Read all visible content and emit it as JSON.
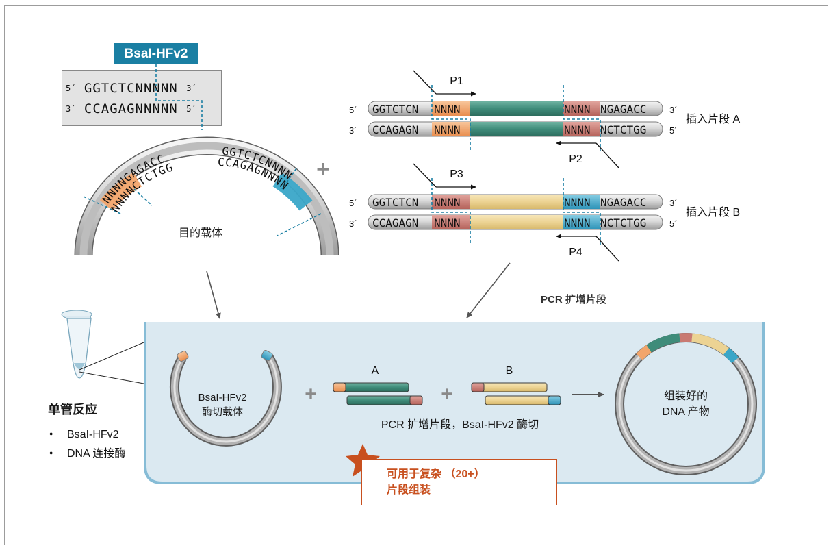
{
  "recognition_site": {
    "label": "BsaI-HFv2",
    "top_strand": {
      "five": "5´",
      "seq": "GGTCTCNNNNN",
      "three": "3´"
    },
    "bottom_strand": {
      "three": "3´",
      "seq": "CCAGAGNNNNN",
      "five": "5´"
    }
  },
  "vector": {
    "label": "目的载体",
    "left_top": "NNNNGAGACC",
    "left_bottom": "NNNNCTCTGG",
    "right_top": "GGTCTCNNNN",
    "right_bottom": "CCAGAGNNNN"
  },
  "plus_sign": "+",
  "inserts": [
    {
      "name": "插入片段 A",
      "top": {
        "five": "5´",
        "left": "GGTCTCN",
        "oh_left": "NNNN",
        "oh_right": "NNNN",
        "right": "NGAGACC",
        "three": "3´"
      },
      "bottom": {
        "three": "3´",
        "left": "CCAGAGN",
        "oh_left": "NNNN",
        "oh_right": "NNNN",
        "right": "NCTCTGG",
        "five": "5´"
      },
      "primer_fwd": "P1",
      "primer_rev": "P2"
    },
    {
      "name": "插入片段 B",
      "top": {
        "five": "5´",
        "left": "GGTCTCN",
        "oh_left": "NNNN",
        "oh_right": "NNNN",
        "right": "NGAGACC",
        "three": "3´"
      },
      "bottom": {
        "three": "3´",
        "left": "CCAGAGN",
        "oh_left": "NNNN",
        "oh_right": "NNNN",
        "right": "NCTCTGG",
        "five": "5´"
      },
      "primer_fwd": "P3",
      "primer_rev": "P4"
    }
  ],
  "pcr_label": "PCR 扩增片段",
  "reaction": {
    "title": "单管反应",
    "components": [
      "BsaI-HFv2",
      "DNA 连接酶"
    ]
  },
  "digested_vector": {
    "line1": "BsaI-HFv2",
    "line2": "酶切载体"
  },
  "fragment_a_label": "A",
  "fragment_b_label": "B",
  "fragments_caption": "PCR 扩增片段，BsaI-HFv2 酶切",
  "product": {
    "line1": "组装好的",
    "line2": "DNA 产物"
  },
  "callout": {
    "line1": "可用于复杂 （20+）",
    "line2": "片段组装"
  },
  "colors": {
    "site_label_bg": "#1a7fa3",
    "orange_overhang": "#f2a56b",
    "red_overhang": "#c97a72",
    "blue_overhang": "#3aa6c8",
    "green_fragment": "#3f8c7a",
    "tan_fragment": "#ecd393",
    "accent": "#c8501f",
    "tank_fill": "#dbe9f1",
    "tank_border": "#86bcd6"
  }
}
